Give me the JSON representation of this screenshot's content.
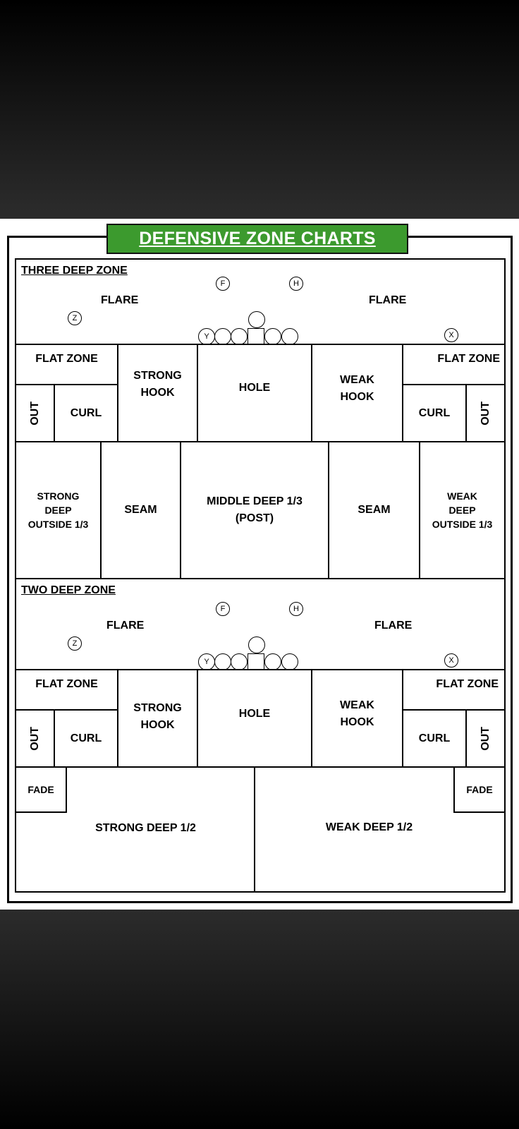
{
  "title": "DEFENSIVE ZONE CHARTS",
  "three_deep": {
    "section_title": "THREE DEEP ZONE",
    "flare_left": "FLARE",
    "flare_right": "FLARE",
    "flat_left": "FLAT ZONE",
    "flat_right": "FLAT ZONE",
    "out_left": "OUT",
    "out_right": "OUT",
    "curl_left": "CURL",
    "curl_right": "CURL",
    "strong_hook": "STRONG HOOK",
    "hole": "HOLE",
    "weak_hook": "WEAK HOOK",
    "strong_deep_line1": "STRONG",
    "strong_deep_line2": "DEEP",
    "strong_deep_line3": "OUTSIDE 1/3",
    "seam_left": "SEAM",
    "middle_deep_line1": "MIDDLE DEEP 1/3",
    "middle_deep_line2": "(POST)",
    "seam_right": "SEAM",
    "weak_deep_line1": "WEAK",
    "weak_deep_line2": "DEEP",
    "weak_deep_line3": "OUTSIDE 1/3"
  },
  "two_deep": {
    "section_title": "TWO DEEP ZONE",
    "flare_left": "FLARE",
    "flare_right": "FLARE",
    "flat_left": "FLAT ZONE",
    "flat_right": "FLAT ZONE",
    "out_left": "OUT",
    "out_right": "OUT",
    "curl_left": "CURL",
    "curl_right": "CURL",
    "strong_hook": "STRONG HOOK",
    "hole": "HOLE",
    "weak_hook": "WEAK HOOK",
    "fade_left": "FADE",
    "fade_right": "FADE",
    "strong_deep_half": "STRONG DEEP 1/2",
    "weak_deep_half": "WEAK DEEP 1/2"
  },
  "players": {
    "f": "F",
    "h": "H",
    "z": "Z",
    "x": "X",
    "y": "Y"
  }
}
